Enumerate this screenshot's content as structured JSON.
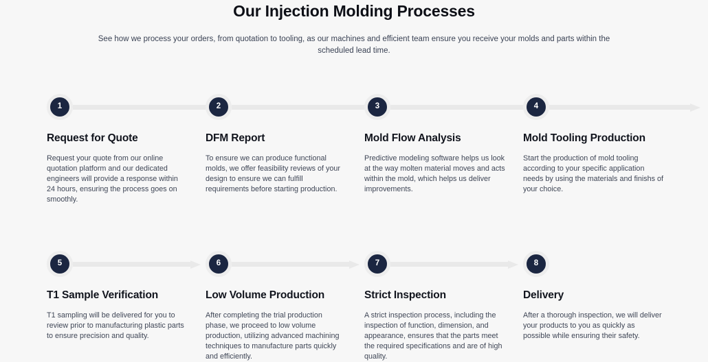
{
  "header": {
    "title": "Our Injection Molding Processes",
    "subtitle": "See how we process your orders, from quotation to tooling, as our machines and efficient team ensure you receive your molds and parts within the scheduled lead time."
  },
  "theme": {
    "background": "#f7f7f7",
    "badge_fill": "#1b2641",
    "badge_ring": "#ededed",
    "arrow_color": "#e9e9e9",
    "title_color": "#0d0f16",
    "body_color": "#3f4656"
  },
  "steps": [
    {
      "number": "1",
      "title": "Request for Quote",
      "description": "Request your quote from our online quotation platform and our dedicated engineers will provide a response within 24 hours, ensuring the process goes on smoothly.",
      "has_arrow": true
    },
    {
      "number": "2",
      "title": "DFM Report",
      "description": "To ensure we can produce functional molds, we offer feasibility reviews of your design to ensure we can fulfill requirements before starting production.",
      "has_arrow": true
    },
    {
      "number": "3",
      "title": "Mold Flow Analysis",
      "description": "Predictive modeling software helps us look at the way molten material moves and acts within the mold, which helps us deliver improvements.",
      "has_arrow": true
    },
    {
      "number": "4",
      "title": "Mold Tooling Production",
      "description": "Start the production of mold tooling according to your specific application needs by using the materials and finishs of your choice.",
      "has_arrow": true
    },
    {
      "number": "5",
      "title": "T1 Sample Verification",
      "description": "T1 sampling will be delivered for you to review prior to manufacturing plastic parts to ensure precision and quality.",
      "has_arrow": true
    },
    {
      "number": "6",
      "title": "Low Volume Production",
      "description": "After completing the trial production phase, we proceed to low volume production, utilizing advanced machining techniques to manufacture parts quickly and efficiently.",
      "has_arrow": true
    },
    {
      "number": "7",
      "title": "Strict Inspection",
      "description": "A strict inspection process, including the inspection of function, dimension, and appearance, ensures that the parts meet the required specifications and are of high quality.",
      "has_arrow": true
    },
    {
      "number": "8",
      "title": "Delivery",
      "description": "After a thorough inspection, we will deliver your products to you as quickly as possible while ensuring their safety.",
      "has_arrow": false
    }
  ]
}
